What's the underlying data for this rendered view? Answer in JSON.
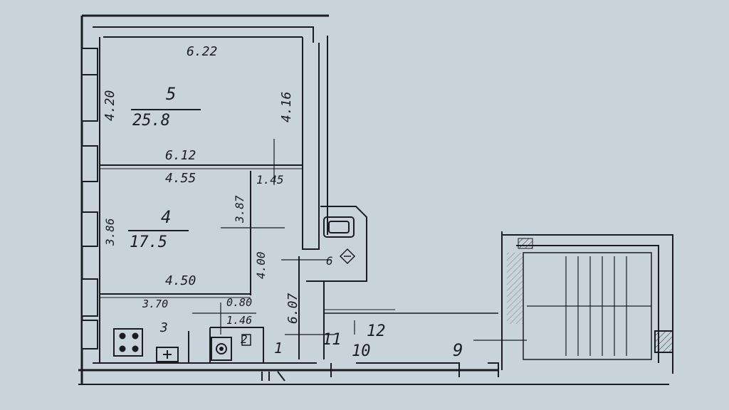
{
  "rooms": [
    {
      "number": "5",
      "area": "25.8"
    },
    {
      "number": "4",
      "area": "17.5"
    },
    {
      "number": "3"
    },
    {
      "number": "2"
    },
    {
      "number": "1"
    },
    {
      "number": "6"
    },
    {
      "number": "9"
    },
    {
      "number": "10"
    },
    {
      "number": "11"
    },
    {
      "number": "12"
    }
  ],
  "dimensions": {
    "room5_top": "6.22",
    "room5_left": "4.20",
    "room5_right": "4.16",
    "room5_bottom": "6.12",
    "room4_top": "4.55",
    "room4_left": "3.86",
    "room4_right": "3.87",
    "room4_bottom": "4.50",
    "corridor_top": "1.45",
    "corridor_vertical": "4.00",
    "hall_vertical": "6.07",
    "kitchen_top": "3.70",
    "bath_top": "0.80",
    "bath_width": "1.46"
  },
  "colors": {
    "paper": "#c9d3db",
    "ink": "#1a1c22",
    "wall_fill": "#c2ccd5",
    "hatch": "#2a2d36"
  },
  "icons": [
    "stove-icon",
    "sink-icon",
    "toilet-icon",
    "bathtub-icon",
    "radiator-icon",
    "stairs-icon"
  ]
}
